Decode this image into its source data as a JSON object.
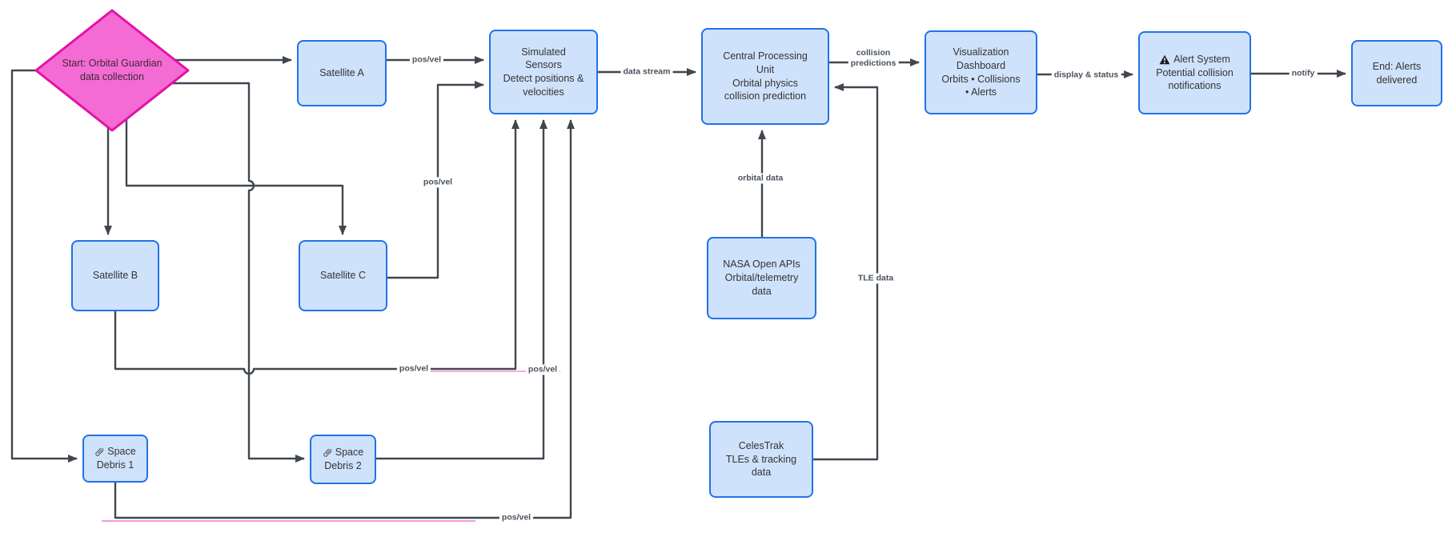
{
  "diagram": {
    "type": "flowchart",
    "nodes": {
      "start": {
        "shape": "diamond",
        "lines": [
          "Start: Orbital Guardian",
          "data collection"
        ]
      },
      "satellite_a": {
        "shape": "rect",
        "lines": [
          "Satellite A"
        ]
      },
      "satellite_b": {
        "shape": "rect",
        "lines": [
          "Satellite B"
        ]
      },
      "satellite_c": {
        "shape": "rect",
        "lines": [
          "Satellite C"
        ]
      },
      "debris1": {
        "shape": "rect",
        "icon": "comet-icon",
        "lines": [
          "Space",
          "Debris 1"
        ]
      },
      "debris2": {
        "shape": "rect",
        "icon": "comet-icon",
        "lines": [
          "Space",
          "Debris 2"
        ]
      },
      "sensors": {
        "shape": "rect",
        "lines": [
          "Simulated",
          "Sensors",
          "Detect positions &",
          "velocities"
        ]
      },
      "cpu": {
        "shape": "rect",
        "lines": [
          "Central Processing",
          "Unit",
          "Orbital physics",
          "collision prediction"
        ]
      },
      "nasa": {
        "shape": "rect",
        "lines": [
          "NASA Open APIs",
          "Orbital/telemetry",
          "data"
        ]
      },
      "celestrak": {
        "shape": "rect",
        "lines": [
          "CelesTrak",
          "TLEs & tracking",
          "data"
        ]
      },
      "dashboard": {
        "shape": "rect",
        "lines": [
          "Visualization",
          "Dashboard",
          "Orbits • Collisions",
          "• Alerts"
        ]
      },
      "alert": {
        "shape": "rect",
        "icon": "warning-icon",
        "lines": [
          "Alert System",
          "Potential collision",
          "notifications"
        ]
      },
      "end": {
        "shape": "rect",
        "lines": [
          "End: Alerts",
          "delivered"
        ]
      }
    },
    "edge_labels": {
      "sat_a_to_sensors": "pos/vel",
      "sat_b_to_sensors": "pos/vel",
      "sat_c_to_sensors": "pos/vel",
      "debris1_to_sensors": "pos/vel",
      "debris2_to_sensors": "pos/vel",
      "sensors_to_cpu": "data stream",
      "nasa_to_cpu": "orbital data",
      "celestrak_to_cpu": "TLE data",
      "cpu_to_dashboard_line1": "collision",
      "cpu_to_dashboard_line2": "predictions",
      "dashboard_to_alert": "display & status",
      "alert_to_end": "notify"
    },
    "colors": {
      "node_fill": "#cfe2fb",
      "node_border": "#2272e8",
      "start_fill": "#f46bd3",
      "start_border": "#e312a5",
      "edge": "#40474f",
      "label_text": "#4a525c",
      "node_text": "#333333",
      "highlight": "#ef53c0"
    }
  }
}
